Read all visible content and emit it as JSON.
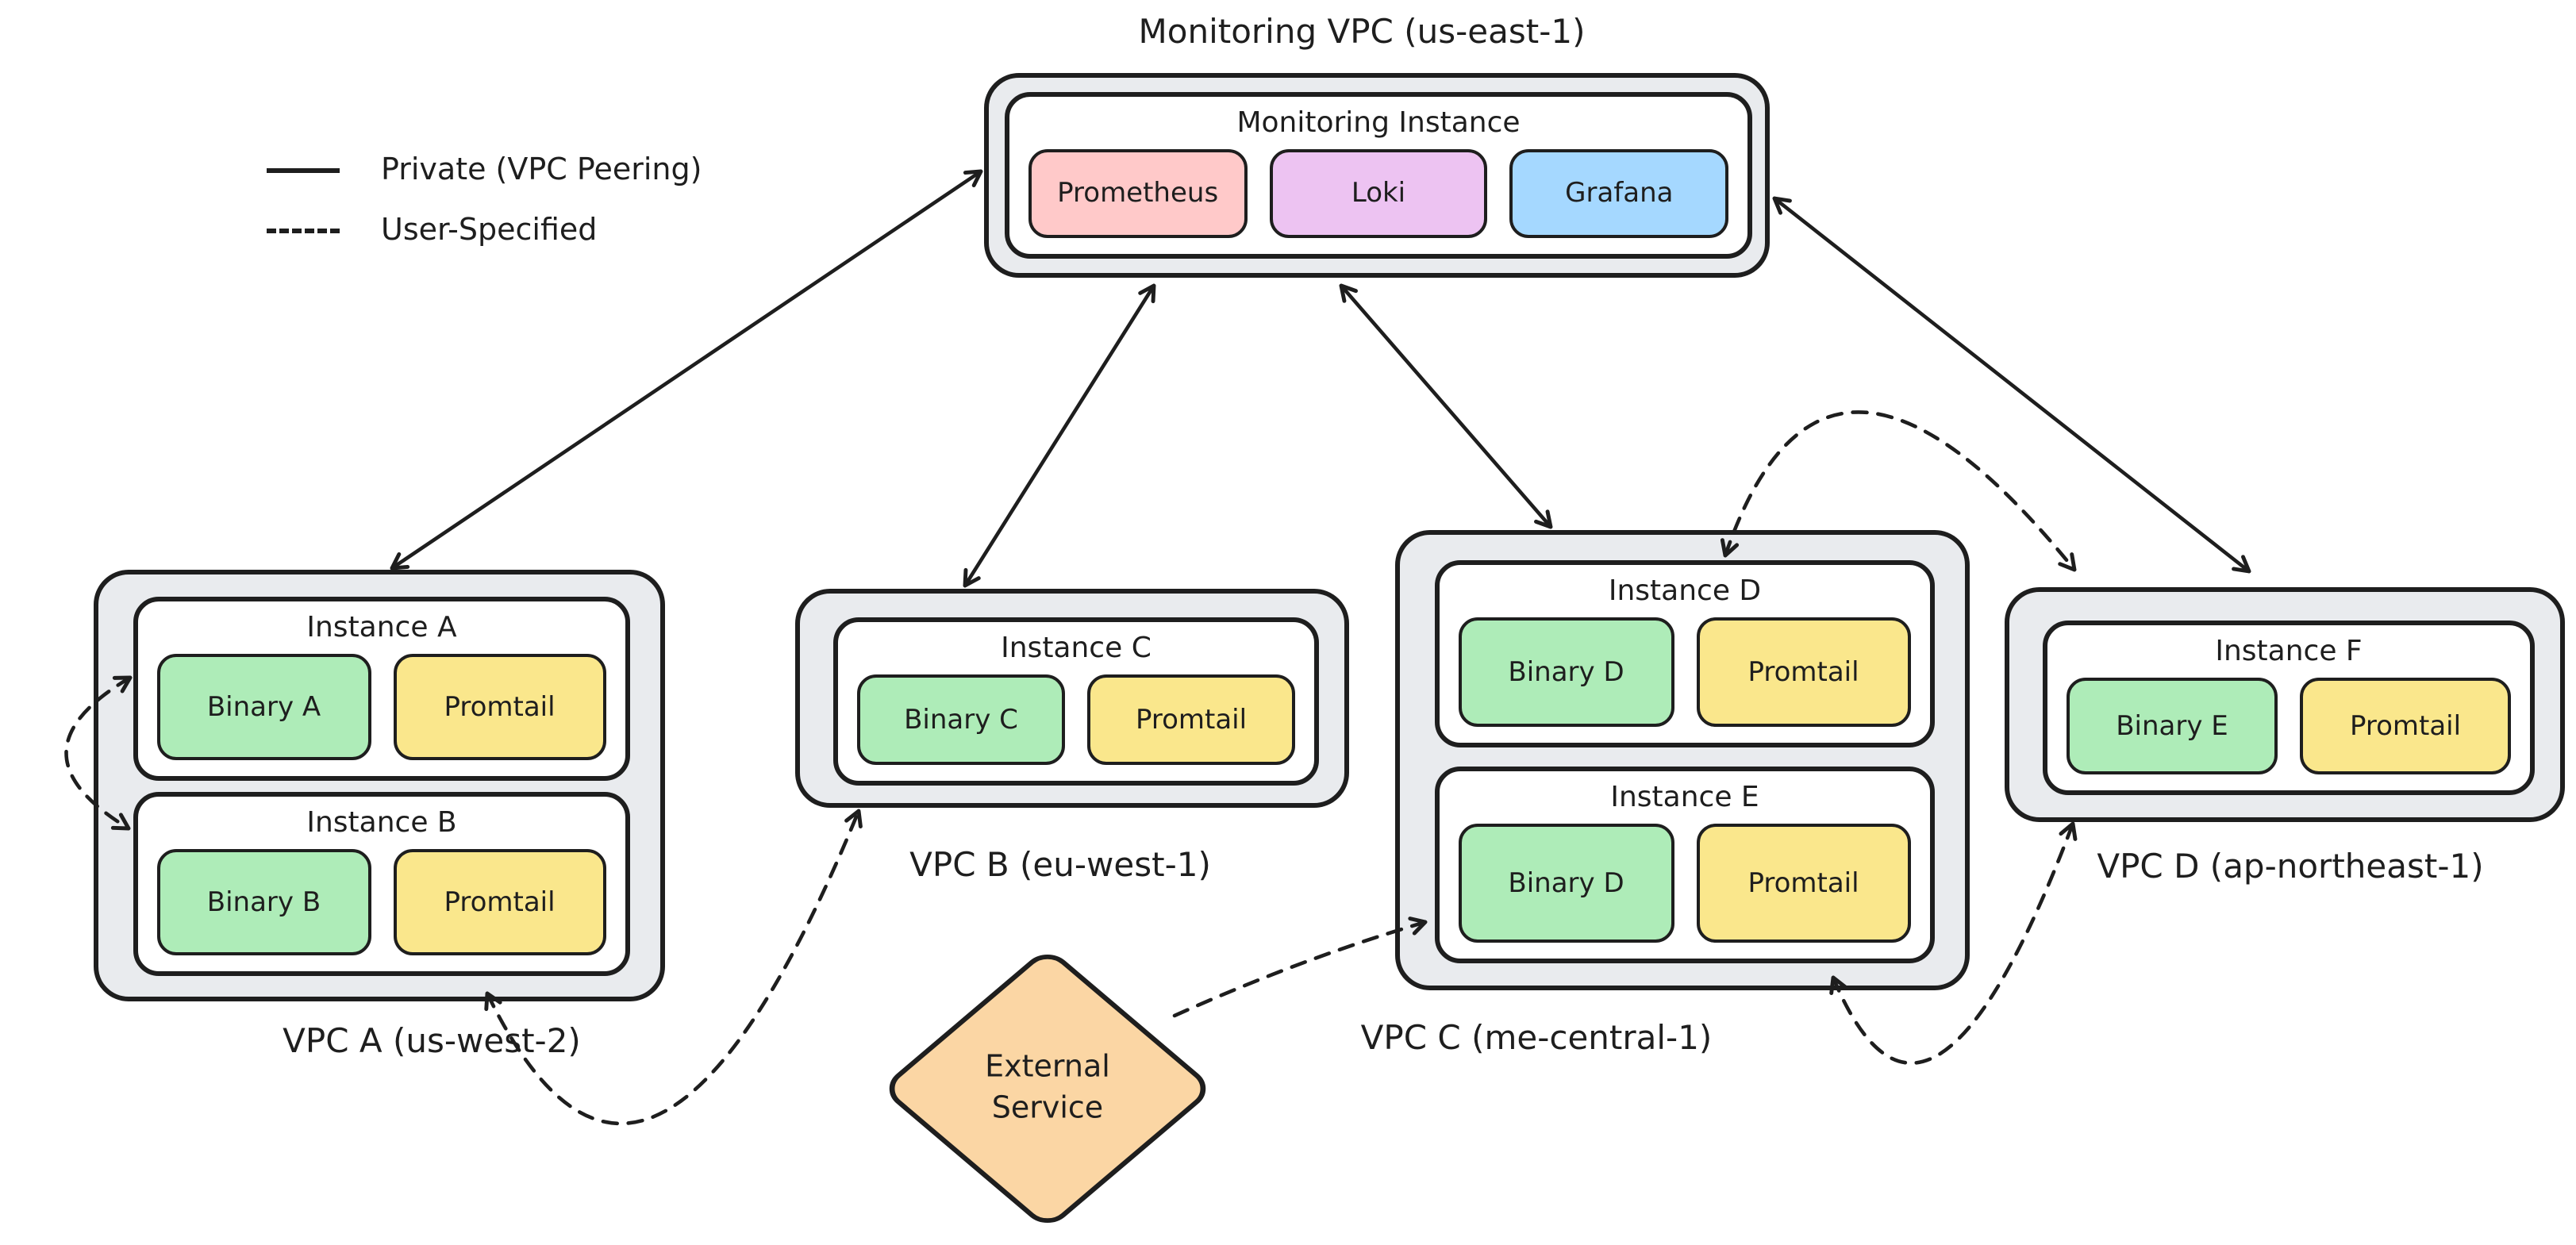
{
  "diagram_title": "Monitoring VPC (us-east-1)",
  "legend": {
    "private_label": "Private (VPC Peering)",
    "user_label": "User-Specified"
  },
  "monitoring": {
    "instance_label": "Monitoring Instance",
    "services": [
      {
        "label": "Prometheus",
        "color": "#ffc9c9"
      },
      {
        "label": "Loki",
        "color": "#edc3f2"
      },
      {
        "label": "Grafana",
        "color": "#a5d8ff"
      }
    ]
  },
  "vpcs": [
    {
      "label": "VPC A (us-west-2)",
      "instances": [
        {
          "title": "Instance A",
          "binary": "Binary A",
          "agent": "Promtail"
        },
        {
          "title": "Instance B",
          "binary": "Binary B",
          "agent": "Promtail"
        }
      ]
    },
    {
      "label": "VPC B (eu-west-1)",
      "instances": [
        {
          "title": "Instance C",
          "binary": "Binary C",
          "agent": "Promtail"
        }
      ]
    },
    {
      "label": "VPC C (me-central-1)",
      "instances": [
        {
          "title": "Instance D",
          "binary": "Binary D",
          "agent": "Promtail"
        },
        {
          "title": "Instance E",
          "binary": "Binary D",
          "agent": "Promtail"
        }
      ]
    },
    {
      "label": "VPC D (ap-northeast-1)",
      "instances": [
        {
          "title": "Instance F",
          "binary": "Binary E",
          "agent": "Promtail"
        }
      ]
    }
  ],
  "external": {
    "line1": "External",
    "line2": "Service",
    "color": "#fbd6a4"
  },
  "colors": {
    "binary": "#aeecb8",
    "agent": "#fae78c",
    "container": "#e9ebee",
    "stroke": "#1e1e1e"
  },
  "connections": [
    {
      "from": "Monitoring Instance",
      "to": "VPC A",
      "type": "private",
      "bidirectional": true
    },
    {
      "from": "Monitoring Instance",
      "to": "VPC B",
      "type": "private",
      "bidirectional": true
    },
    {
      "from": "Monitoring Instance",
      "to": "VPC C",
      "type": "private",
      "bidirectional": true
    },
    {
      "from": "Monitoring Instance",
      "to": "VPC D",
      "type": "private",
      "bidirectional": true
    },
    {
      "from": "Instance A",
      "to": "Instance B",
      "type": "user-specified",
      "bidirectional": true
    },
    {
      "from": "VPC A",
      "to": "VPC B",
      "type": "user-specified",
      "bidirectional": true
    },
    {
      "from": "External Service",
      "to": "VPC C",
      "type": "user-specified",
      "bidirectional": false
    },
    {
      "from": "VPC C",
      "to": "VPC D (top)",
      "type": "user-specified",
      "bidirectional": true
    },
    {
      "from": "VPC C",
      "to": "VPC D (bottom)",
      "type": "user-specified",
      "bidirectional": true
    }
  ]
}
